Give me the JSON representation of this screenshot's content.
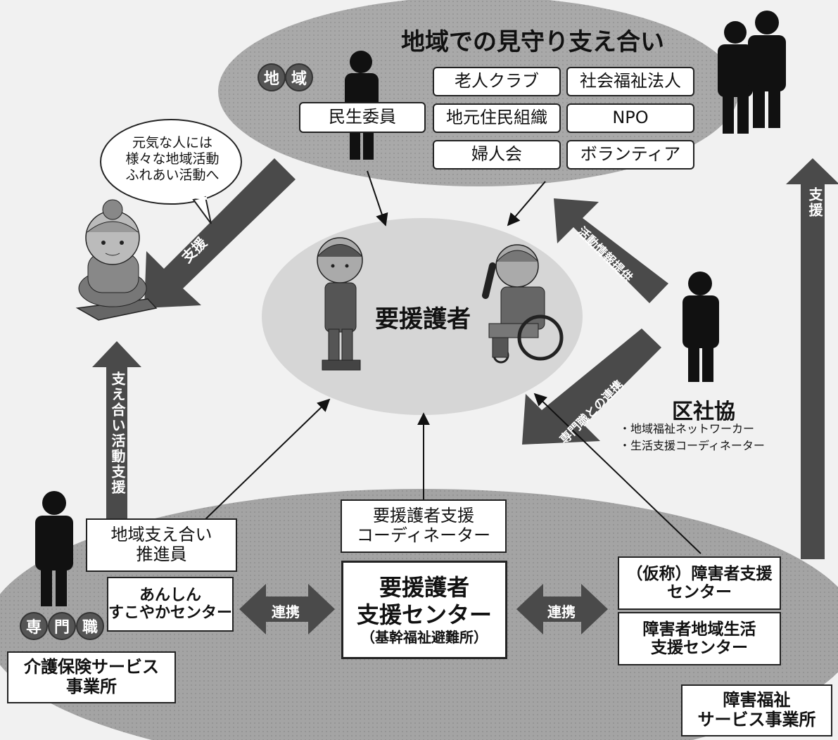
{
  "colors": {
    "top_ellipse": "#a9a9a9",
    "bottom_ellipse": "#a4a4a4",
    "center_ellipse": "#d6d6d6",
    "arrow": "#4a4a4a",
    "text": "#111111"
  },
  "region": {
    "title": "地域での見守り支え合い",
    "label_chars": [
      "地",
      "域"
    ]
  },
  "community_groups": [
    "民生委員",
    "老人クラブ",
    "社会福祉法人",
    "地元住民組織",
    "NPO",
    "婦人会",
    "ボランティア"
  ],
  "speech_bubble": "元気な人には\n様々な地域活動\nふれあい活動へ",
  "center_label": "要援護者",
  "ward_council": {
    "name": "区社協",
    "roles": [
      "・地域福祉ネットワーカー",
      "・生活支援コーディネーター"
    ]
  },
  "arrows": {
    "support_left": "支援",
    "support_right": "支援",
    "mutual_support": "支え合い活動支援",
    "activity_info": "活動情報提供",
    "expertise": "専門職との連携"
  },
  "professional": {
    "label_chars": [
      "専",
      "門",
      "職"
    ],
    "promoter": "地域支え合い\n推進員",
    "anshin": "あんしん\nすこやかセンター",
    "coordinator": "要援護者支援\nコーディネーター",
    "center_title": "要援護者\n支援センター",
    "center_subtitle": "（基幹福祉避難所）",
    "disability_center": "（仮称）障害者支援\nセンター",
    "life_support": "障害者地域生活\n支援センター",
    "care_office": "介護保険サービス\n事業所",
    "welfare_office": "障害福祉\nサービス事業所",
    "link_left": "連携",
    "link_right": "連携"
  },
  "icons": [
    "person-silhouette-icon",
    "elderly-woman-icon",
    "elderly-man-icon",
    "wheelchair-person-icon"
  ]
}
